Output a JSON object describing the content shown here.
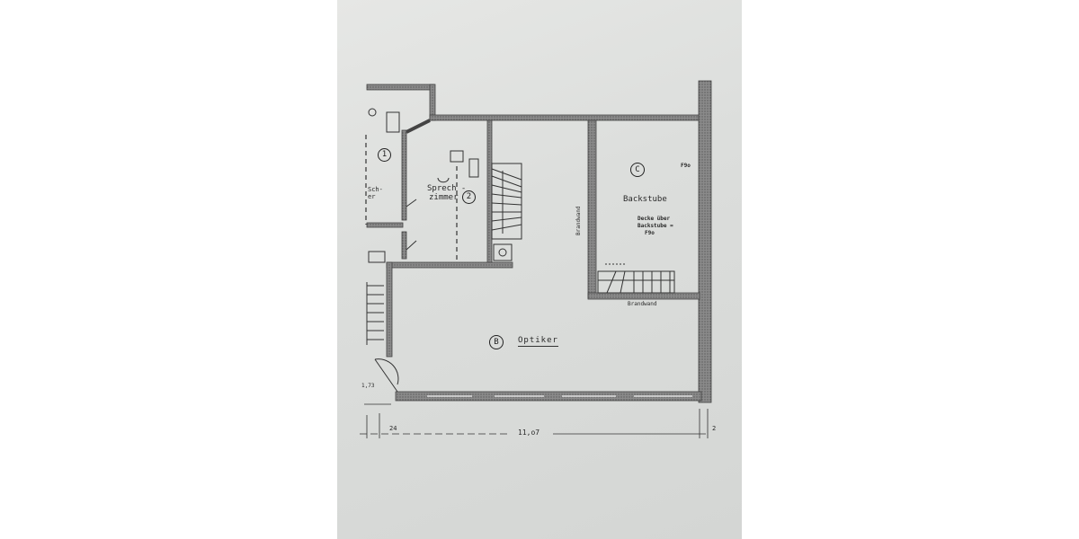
{
  "document": {
    "type": "floor-plan",
    "paper_color": "#dcdedc",
    "wall_color": "#7a7a7a",
    "ink_color": "#2a2a2a"
  },
  "rooms": {
    "room_1": {
      "marker": "1",
      "side_text": "Sch-\ner"
    },
    "room_2": {
      "marker": "2",
      "label_line1": "Sprech -",
      "label_line2": "zimmer"
    },
    "room_b": {
      "marker": "B",
      "label": "Optiker"
    },
    "room_c": {
      "marker": "C",
      "label": "Backstube",
      "note_line1": "Decke über",
      "note_line2": "Backstube =",
      "note_line3": "F9o",
      "corner_note": "F9o"
    }
  },
  "walls": {
    "fire_wall_vertical": "Brandwand",
    "fire_wall_horizontal": "Brandwand"
  },
  "dimensions": {
    "left_small": "24",
    "total_width": "11,o7",
    "right_small": "2",
    "stair_level": "1,73"
  }
}
